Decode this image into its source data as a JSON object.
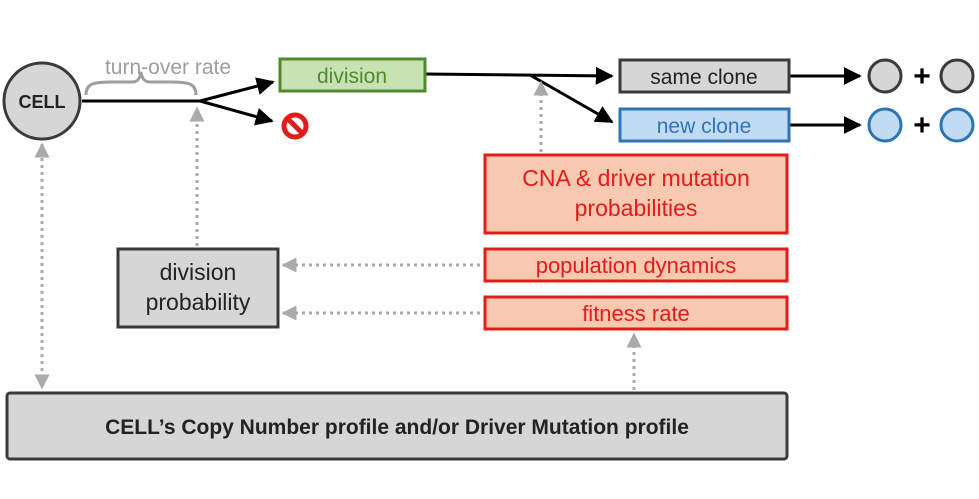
{
  "nodes": {
    "cell": "CELL",
    "division": "division",
    "same_clone": "same clone",
    "new_clone": "new clone",
    "division_probability": [
      "division",
      "probability"
    ],
    "cna_probabilities": [
      "CNA & driver mutation",
      "probabilities"
    ],
    "population_dynamics": "population dynamics",
    "fitness_rate": "fitness rate",
    "profile": "CELL’s Copy Number profile and/or Driver Mutation profile"
  },
  "labels": {
    "turnover_rate": "turn-over rate"
  },
  "symbols": {
    "plus": "+",
    "death_icon": "prohibited-icon"
  },
  "colors": {
    "gray_fill": "#d6d6d6",
    "gray_stroke": "#3a3a3a",
    "green_fill": "#c9e2b3",
    "green_stroke": "#4f8a2e",
    "green_text": "#4f8a2e",
    "blue_fill": "#c1dcf2",
    "blue_stroke": "#2f74b5",
    "blue_text": "#2f74b5",
    "red_fill": "#f6c9b0",
    "red_stroke": "#e21b1b",
    "red_text": "#e21b1b",
    "dotted_arrow": "#aaaaaa",
    "brace_gray": "#9e9e9e"
  }
}
